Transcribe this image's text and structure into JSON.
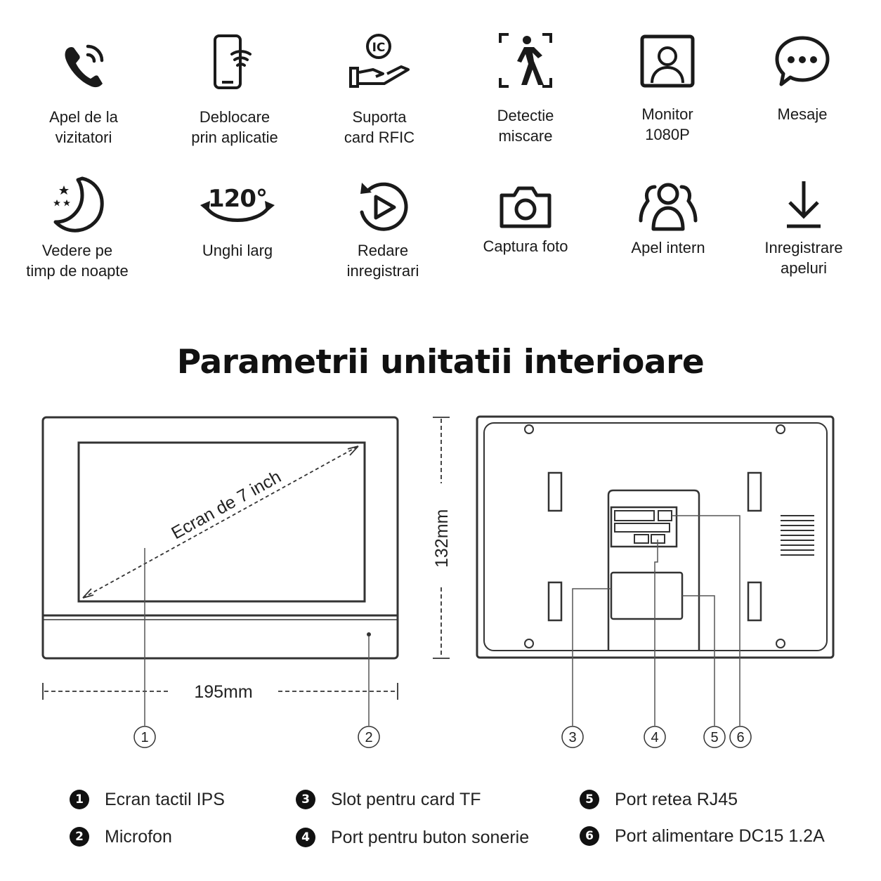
{
  "features": [
    {
      "label": "Apel de la\nvizitatori",
      "icon": "phone-call-icon"
    },
    {
      "label": "Deblocare\nprin aplicatie",
      "icon": "smartphone-wifi-icon"
    },
    {
      "label": "Suporta\ncard RFIC",
      "icon": "ic-card-hand-icon",
      "icon_text": "IC"
    },
    {
      "label": "Detectie\nmiscare",
      "icon": "motion-detection-icon"
    },
    {
      "label": "Monitor\n1080P",
      "icon": "monitor-user-icon"
    },
    {
      "label": "Mesaje",
      "icon": "message-bubble-icon"
    },
    {
      "label": "Vedere pe\ntimp de noapte",
      "icon": "moon-stars-icon"
    },
    {
      "label": "Unghi larg",
      "icon": "wide-angle-icon",
      "icon_text": "120°"
    },
    {
      "label": "Redare\ninregistrari",
      "icon": "replay-icon"
    },
    {
      "label": "Captura foto",
      "icon": "camera-icon"
    },
    {
      "label": "Apel intern",
      "icon": "group-users-icon"
    },
    {
      "label": "Inregistrare\napeluri",
      "icon": "download-icon"
    }
  ],
  "title": "Parametrii  unitatii interioare",
  "dimensions": {
    "width": "195mm",
    "height": "132mm",
    "screen": "Ecran de 7 inch"
  },
  "callouts": [
    "①",
    "②",
    "③",
    "④",
    "⑤",
    "⑥"
  ],
  "legend": [
    {
      "num": "1",
      "text": "Ecran tactil IPS"
    },
    {
      "num": "2",
      "text": "Microfon"
    },
    {
      "num": "3",
      "text": "Slot pentru card TF"
    },
    {
      "num": "4",
      "text": "Port pentru buton sonerie"
    },
    {
      "num": "5",
      "text": "Port retea RJ45"
    },
    {
      "num": "6",
      "text": "Port alimentare DC15 1.2A"
    }
  ]
}
